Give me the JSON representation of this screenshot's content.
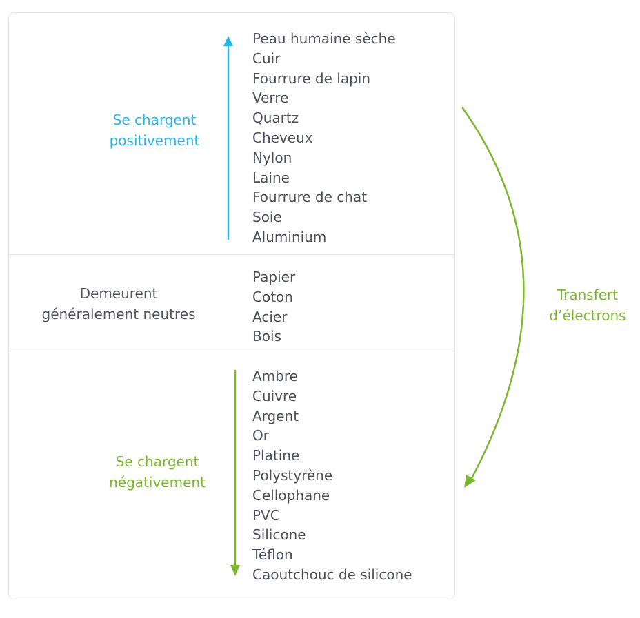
{
  "sections": {
    "positive": {
      "label_line1": "Se chargent",
      "label_line2": "positivement",
      "materials": [
        "Peau humaine sèche",
        "Cuir",
        "Fourrure de lapin",
        "Verre",
        "Quartz",
        "Cheveux",
        "Nylon",
        "Laine",
        "Fourrure de chat",
        "Soie",
        "Aluminium"
      ]
    },
    "neutral": {
      "label_line1": "Demeurent",
      "label_line2": "généralement neutres",
      "materials": [
        "Papier",
        "Coton",
        "Acier",
        "Bois"
      ]
    },
    "negative": {
      "label_line1": "Se chargent",
      "label_line2": "négativement",
      "materials": [
        "Ambre",
        "Cuivre",
        "Argent",
        "Or",
        "Platine",
        "Polystyrène",
        "Cellophane",
        "PVC",
        "Silicone",
        "Téflon",
        "Caoutchouc de silicone"
      ]
    }
  },
  "transfer": {
    "label_line1": "Transfert",
    "label_line2": "d’électrons"
  },
  "colors": {
    "positive": "#29b6e8",
    "negative": "#7cb82f",
    "neutral_text": "#555566",
    "border": "#e6e6ea"
  },
  "icons": {
    "positive_arrow": "arrow-up-icon",
    "negative_arrow": "arrow-down-icon",
    "transfer_arrow": "curved-arrow-icon"
  }
}
